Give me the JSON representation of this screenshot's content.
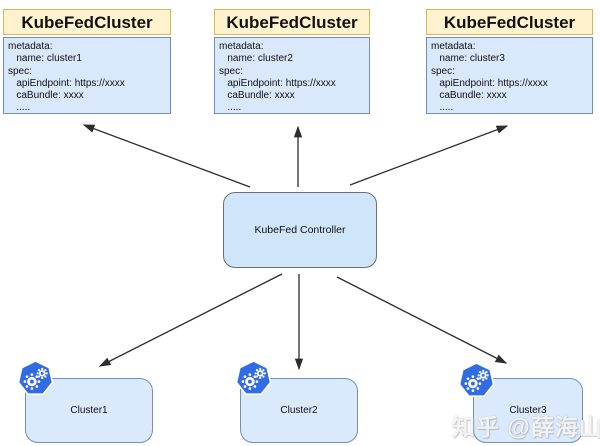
{
  "top_boxes": [
    {
      "title": "KubeFedCluster",
      "lines": [
        "metadata:",
        "   name: cluster1",
        "spec:",
        "   apiEndpoint: https://xxxx",
        "   caBundle: xxxx",
        "   ....."
      ]
    },
    {
      "title": "KubeFedCluster",
      "lines": [
        "metadata:",
        "   name: cluster2",
        "spec:",
        "   apiEndpoint: https://xxxx",
        "   caBundle: xxxx",
        "   ....."
      ]
    },
    {
      "title": "KubeFedCluster",
      "lines": [
        "metadata:",
        "   name: cluster3",
        "spec:",
        "   apiEndpoint: https://xxxx",
        "   caBundle: xxxx",
        "   ....."
      ]
    }
  ],
  "controller": {
    "label": "KubeFed Controller"
  },
  "bottom_clusters": [
    {
      "label": "Cluster1"
    },
    {
      "label": "Cluster2"
    },
    {
      "label": "Cluster3"
    }
  ],
  "watermark": {
    "text": "知乎 @薛海山"
  },
  "colors": {
    "header_bg": "#FFF2CC",
    "header_border": "#D6B656",
    "body_bg": "#DAE8FC",
    "body_border": "#6C8EBF",
    "controller_bg": "#CFE5FA",
    "controller_border": "#6F6F6F",
    "cluster_bg": "#DAE9FC",
    "cluster_border": "#7191BD",
    "arrow": "#2D2D2D",
    "kubernetes_blue": "#326CE5"
  }
}
